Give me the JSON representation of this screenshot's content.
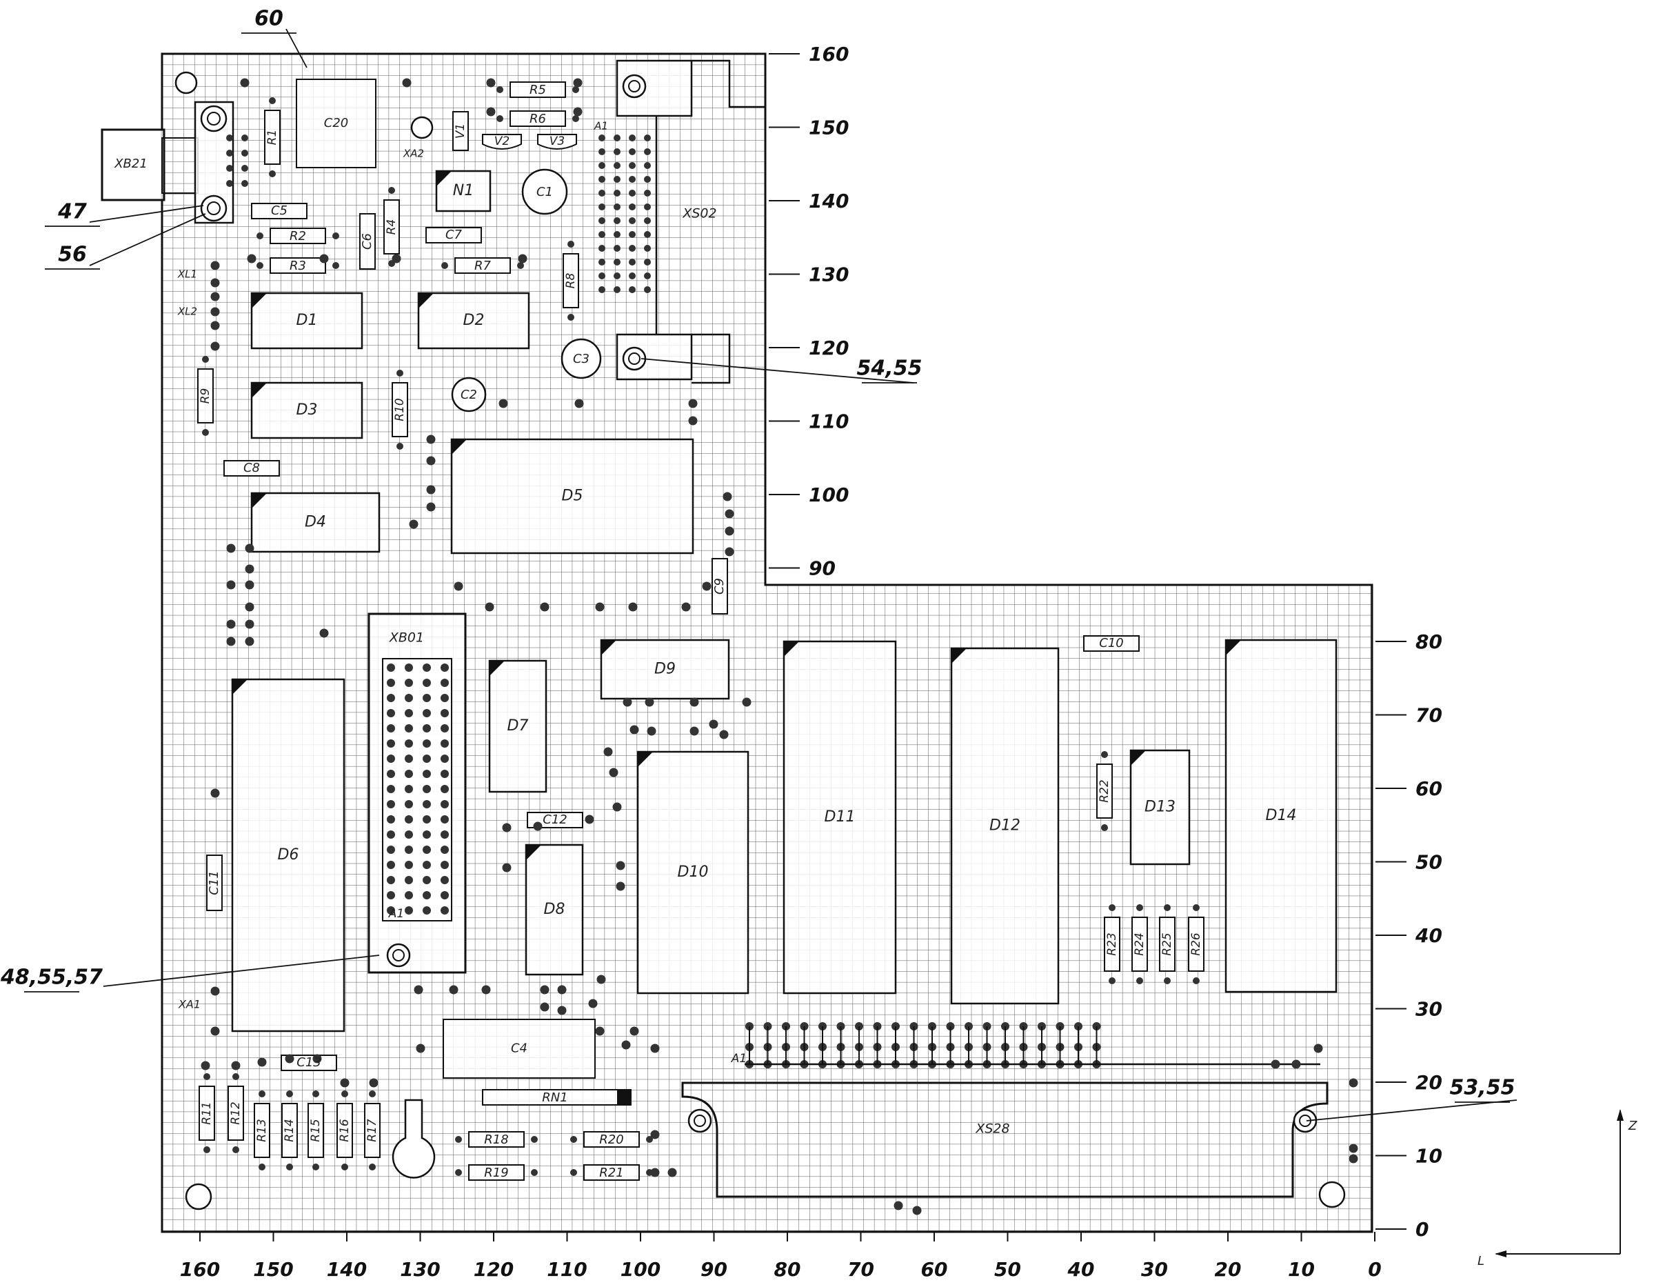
{
  "drawing": {
    "callouts": [
      "60",
      "47",
      "56",
      "54,55",
      "48,55,57",
      "53,55"
    ],
    "axis_z_label": "Z",
    "axis_l_label": "L",
    "vertical_ticks": [
      "160",
      "150",
      "140",
      "130",
      "120",
      "110",
      "100",
      "90",
      "80",
      "70",
      "60",
      "50",
      "40",
      "30",
      "20",
      "10",
      "0"
    ],
    "horizontal_ticks": [
      "160",
      "150",
      "140",
      "130",
      "120",
      "110",
      "100",
      "90",
      "80",
      "70",
      "60",
      "50",
      "40",
      "30",
      "20",
      "10",
      "0"
    ]
  },
  "components": {
    "ics": [
      "D1",
      "D2",
      "D3",
      "D4",
      "D5",
      "D6",
      "D7",
      "D8",
      "D9",
      "D10",
      "D11",
      "D12",
      "D13",
      "D14",
      "N1"
    ],
    "resistors": [
      "R1",
      "R2",
      "R3",
      "R4",
      "R5",
      "R6",
      "R7",
      "R8",
      "R9",
      "R10",
      "R11",
      "R12",
      "R13",
      "R14",
      "R15",
      "R16",
      "R17",
      "R18",
      "R19",
      "R20",
      "R21",
      "R22",
      "R23",
      "R24",
      "R25",
      "R26",
      "RN1"
    ],
    "capacitors": [
      "C1",
      "C2",
      "C3",
      "C4",
      "C5",
      "C6",
      "C7",
      "C8",
      "C9",
      "C10",
      "C11",
      "C12",
      "C13",
      "C20"
    ],
    "transistors": [
      "V1",
      "V2",
      "V3"
    ],
    "connectors": [
      "XB21",
      "XS02",
      "XB01",
      "XS28",
      "XA1",
      "XA2",
      "XL1",
      "XL2"
    ],
    "pin_markers": [
      "A1",
      "A1",
      "A1"
    ]
  }
}
